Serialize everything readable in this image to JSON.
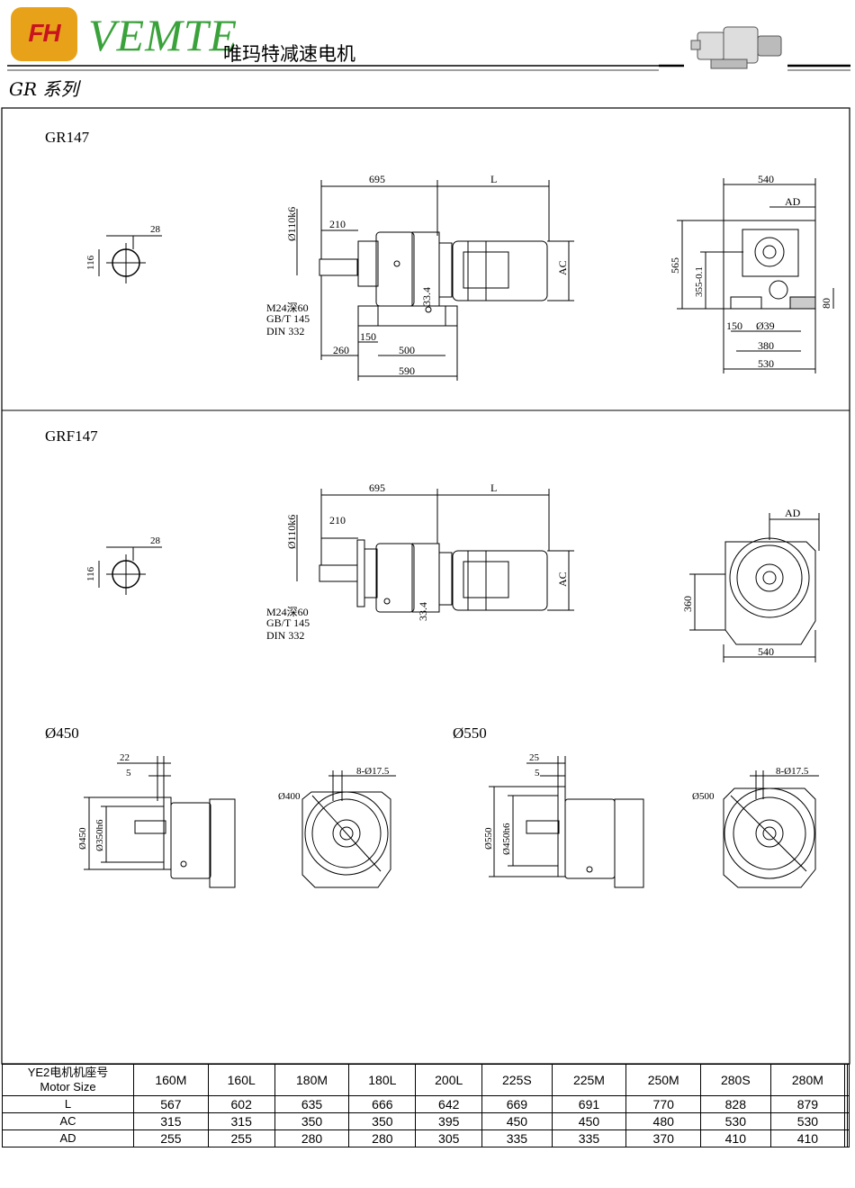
{
  "header": {
    "logo_text": "FH",
    "brand": "VEMTE",
    "subtitle": "唯玛特减速电机",
    "series": "GR 系列"
  },
  "sections": {
    "gr147": {
      "title": "GR147",
      "shaft": {
        "key": "28",
        "dia": "116"
      },
      "side": {
        "d695": "695",
        "dL": "L",
        "d210": "210",
        "shaft_dia": "Ø110k6",
        "ac": "AC",
        "d33": "33.4",
        "thread1": "M24深60",
        "thread2": "GB/T 145",
        "thread3": "DIN 332",
        "d150": "150",
        "d260": "260",
        "d500": "500",
        "d590": "590"
      },
      "end": {
        "d540": "540",
        "ad": "AD",
        "d565": "565",
        "d355": "355-0.1",
        "d150": "150",
        "d39": "Ø39",
        "d380": "380",
        "d530": "530",
        "d80": "80"
      }
    },
    "grf147": {
      "title": "GRF147",
      "shaft": {
        "key": "28",
        "dia": "116"
      },
      "side": {
        "d695": "695",
        "dL": "L",
        "d210": "210",
        "shaft_dia": "Ø110k6",
        "ac": "AC",
        "d33": "33.4",
        "thread1": "M24深60",
        "thread2": "GB/T 145",
        "thread3": "DIN 332"
      },
      "end": {
        "ad": "AD",
        "d360": "360",
        "d540": "540"
      }
    },
    "flange450": {
      "title": "Ø450",
      "d22": "22",
      "d5": "5",
      "outer": "Ø450",
      "pilot": "Ø350h6",
      "bolt": "8-Ø17.5",
      "pcd": "Ø400"
    },
    "flange550": {
      "title": "Ø550",
      "d25": "25",
      "d5": "5",
      "outer": "Ø550",
      "pilot": "Ø450h6",
      "bolt": "8-Ø17.5",
      "pcd": "Ø500"
    }
  },
  "table": {
    "header_cn": "YE2电机机座号",
    "header_en": "Motor Size",
    "sizes": [
      "160M",
      "160L",
      "180M",
      "180L",
      "200L",
      "225S",
      "225M",
      "250M",
      "280S",
      "280M",
      "",
      ""
    ],
    "rows": [
      {
        "label": "L",
        "values": [
          "567",
          "602",
          "635",
          "666",
          "642",
          "669",
          "691",
          "770",
          "828",
          "879",
          "",
          ""
        ]
      },
      {
        "label": "AC",
        "values": [
          "315",
          "315",
          "350",
          "350",
          "395",
          "450",
          "450",
          "480",
          "530",
          "530",
          "",
          ""
        ]
      },
      {
        "label": "AD",
        "values": [
          "255",
          "255",
          "280",
          "280",
          "305",
          "335",
          "335",
          "370",
          "410",
          "410",
          "",
          ""
        ]
      }
    ]
  }
}
